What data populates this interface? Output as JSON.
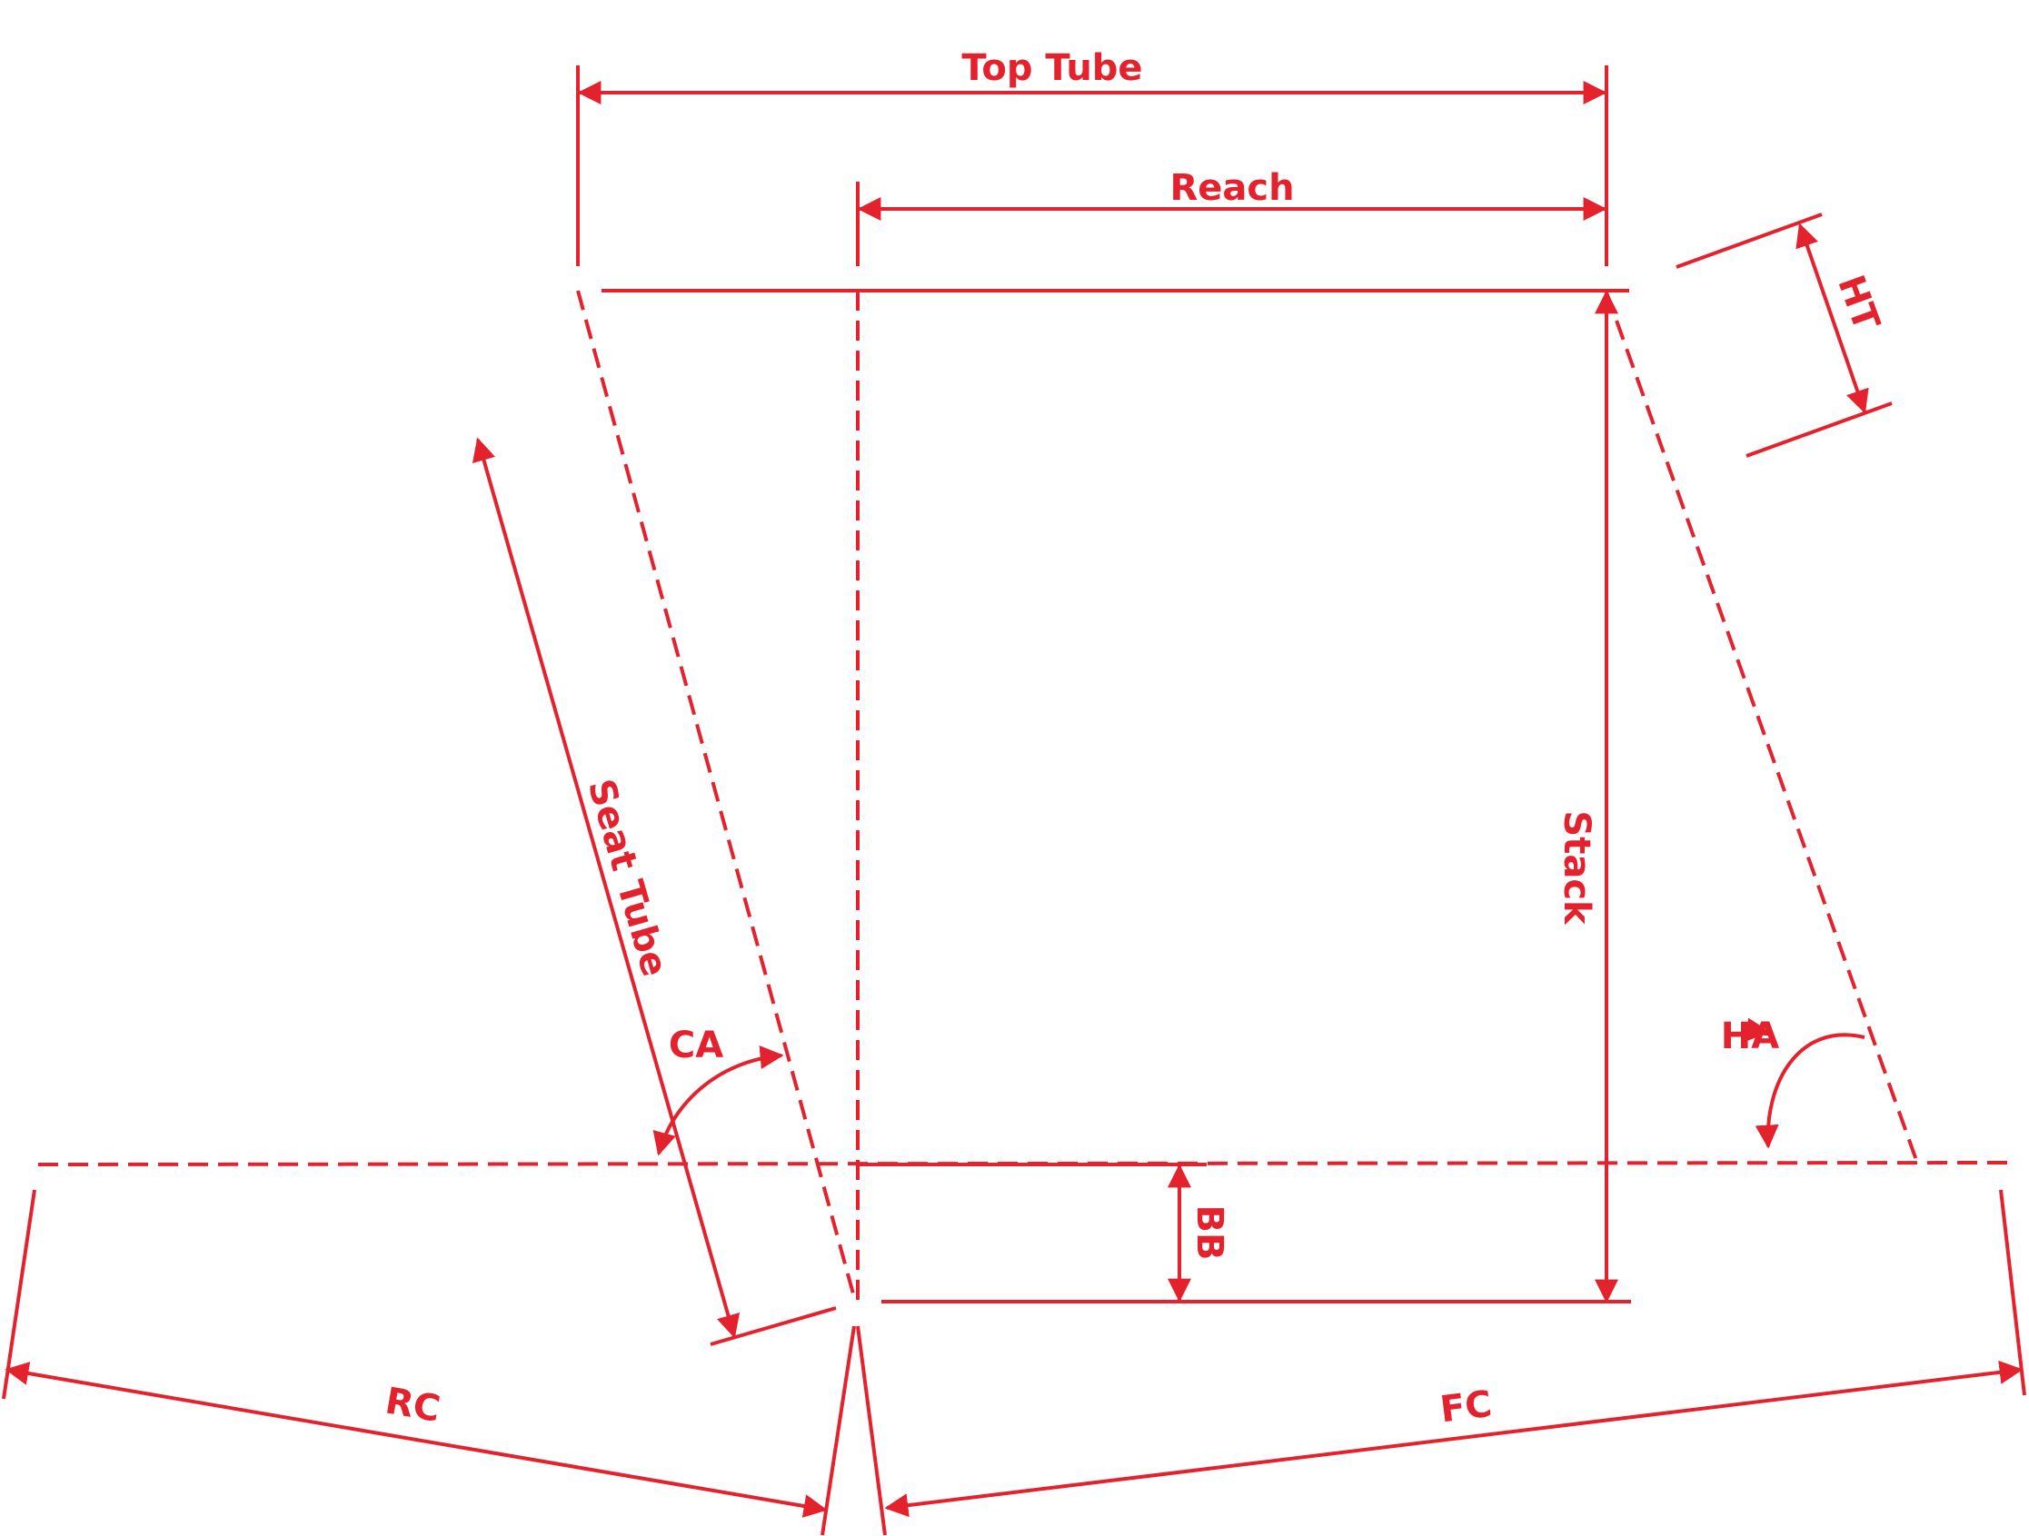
{
  "labels": {
    "top_tube": "Top Tube",
    "reach": "Reach",
    "head_tube": "HT",
    "stack": "Stack",
    "seat_tube": "Seat Tube",
    "seat_angle": "CA",
    "head_angle": "HA",
    "bottom_bracket": "BB",
    "rear_center": "RC",
    "front_center": "FC"
  },
  "colors": {
    "line": "#e3222d",
    "background": "#ffffff"
  }
}
